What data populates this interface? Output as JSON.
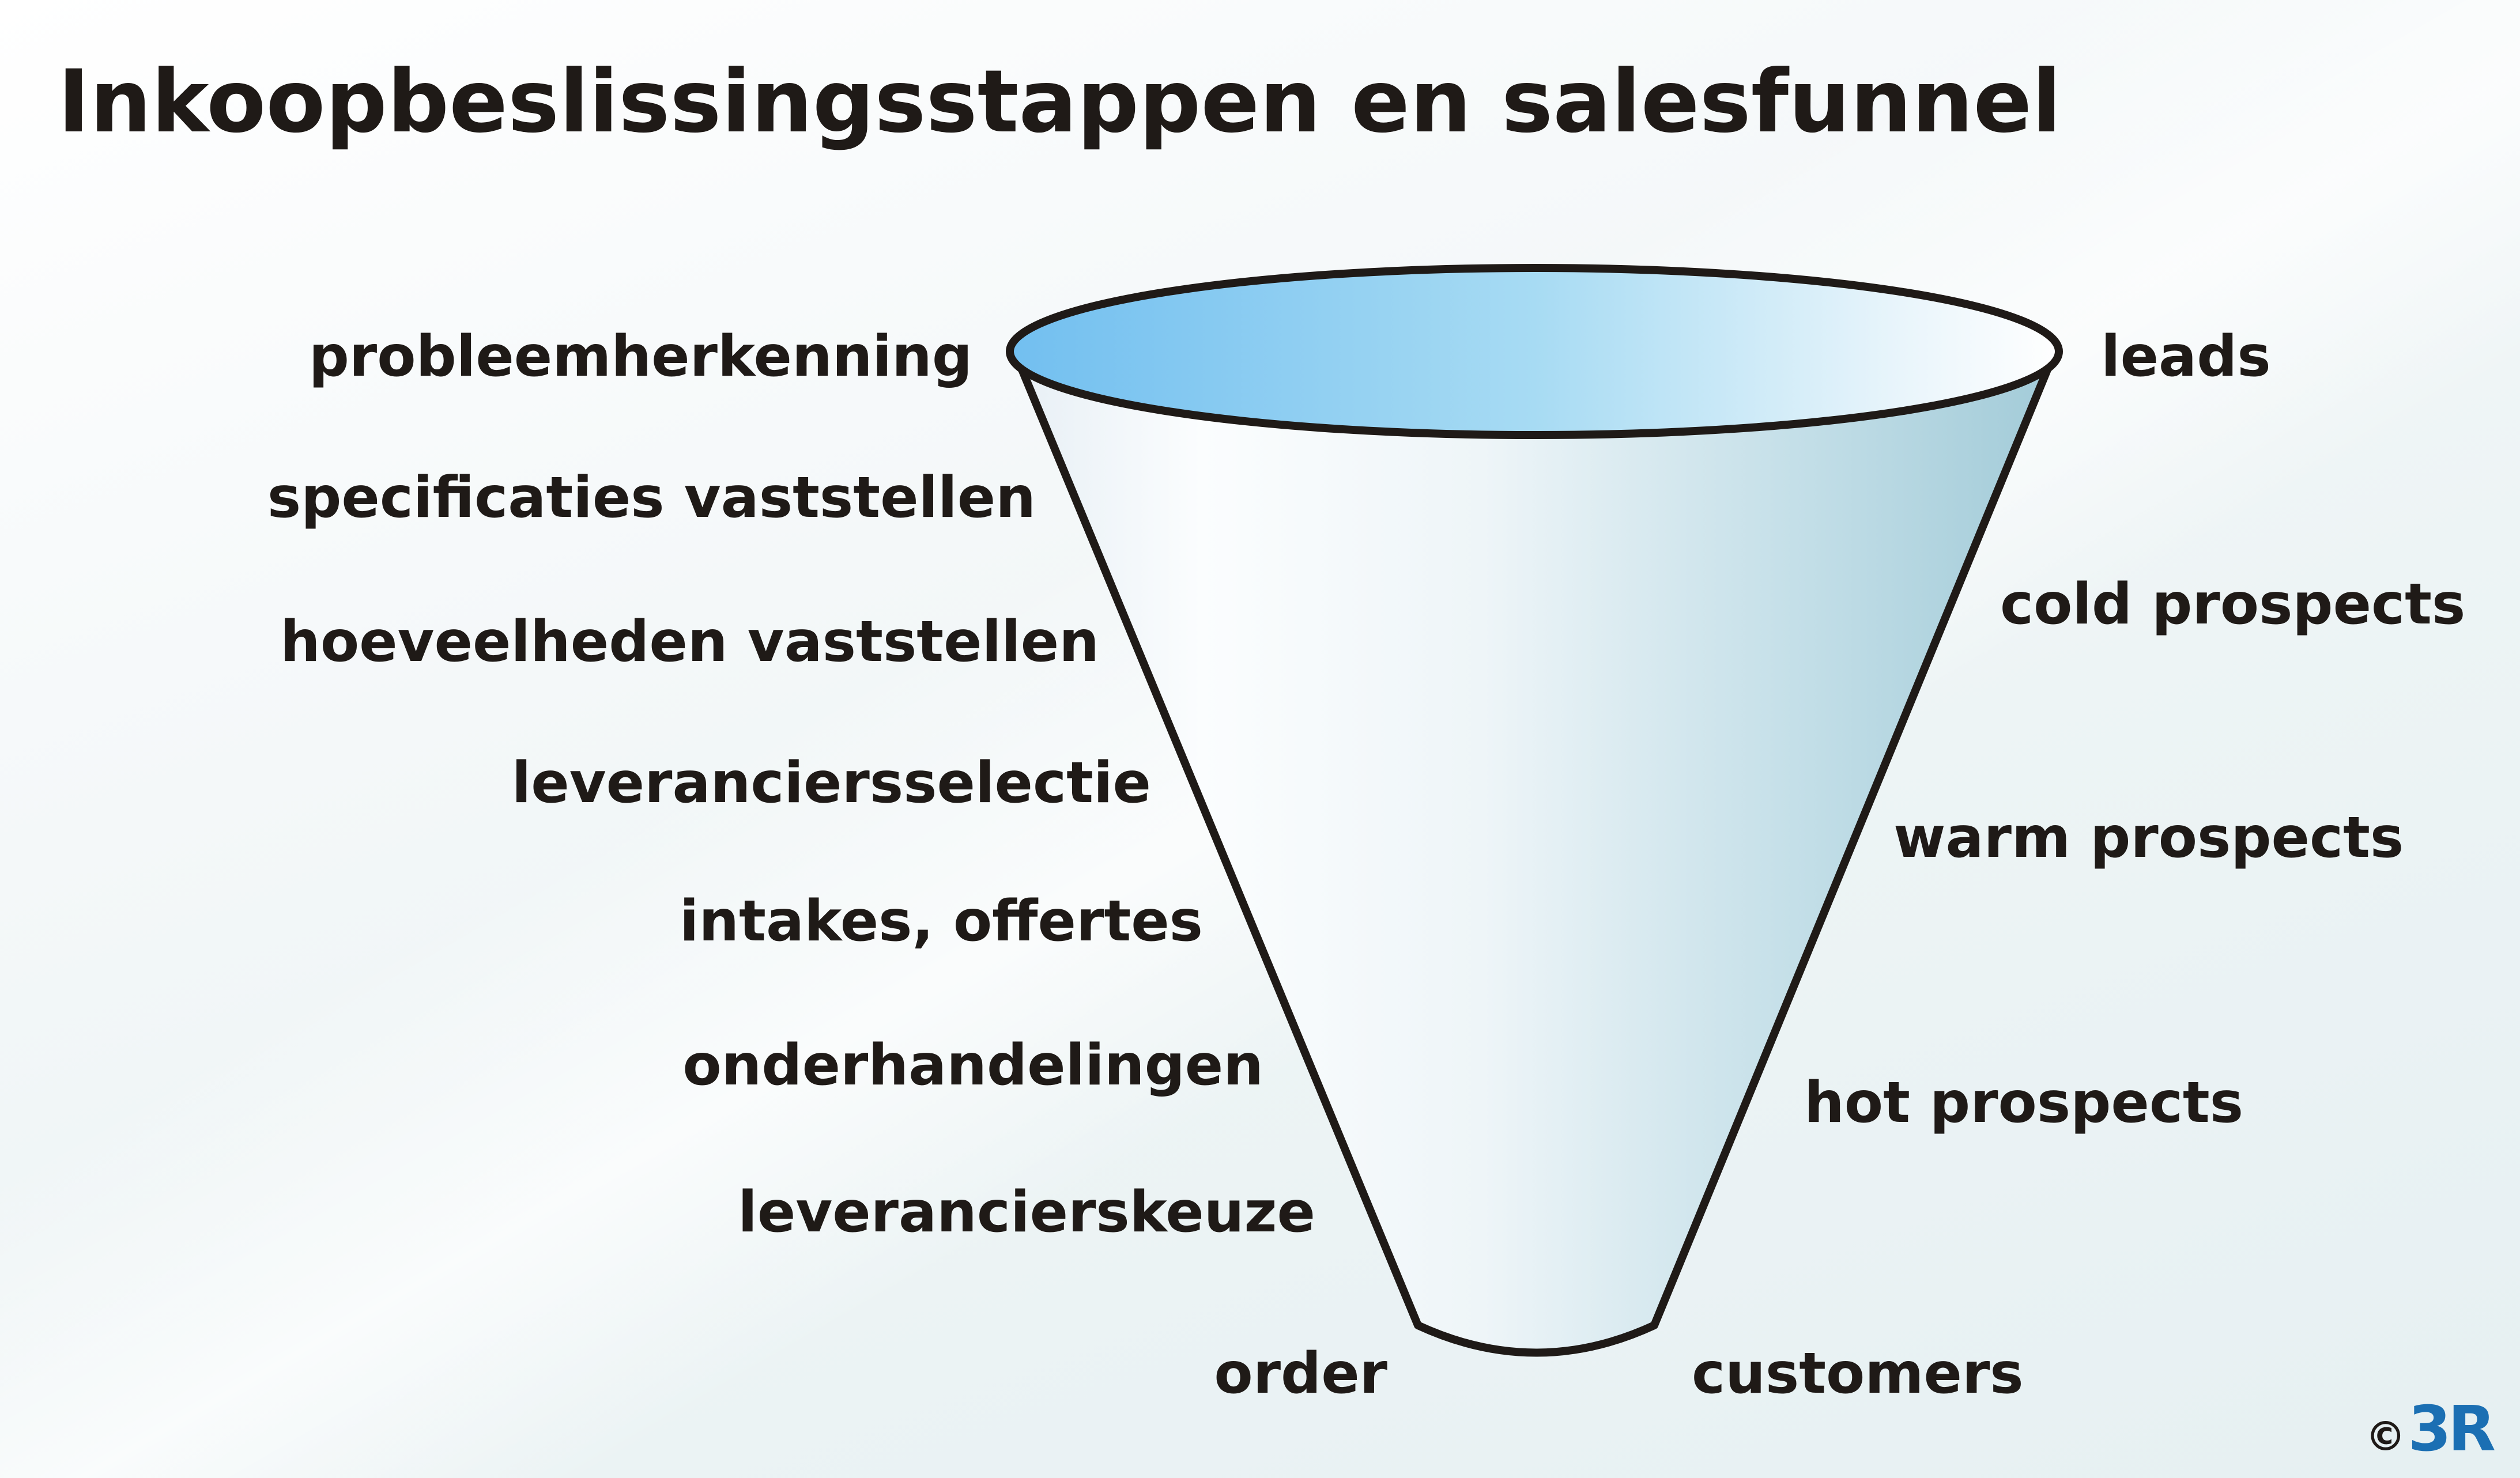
{
  "title": "Inkoopbeslissingsstappen en salesfunnel",
  "buying_steps": [
    "probleemherkenning",
    "specificaties vaststellen",
    "hoeveelheden vaststellen",
    "leveranciersselectie",
    "intakes, offertes",
    "onderhandelingen",
    "leverancierskeuze",
    "order"
  ],
  "funnel_stages": [
    "leads",
    "cold prospects",
    "warm prospects",
    "hot prospects",
    "customers"
  ],
  "logo": {
    "copyright": "©",
    "brand": "3R"
  },
  "colors": {
    "text": "#1f1a17",
    "funnel_top": "#7cc4f0",
    "funnel_side": "#a9cfdc",
    "brand": "#1b6fb3"
  }
}
